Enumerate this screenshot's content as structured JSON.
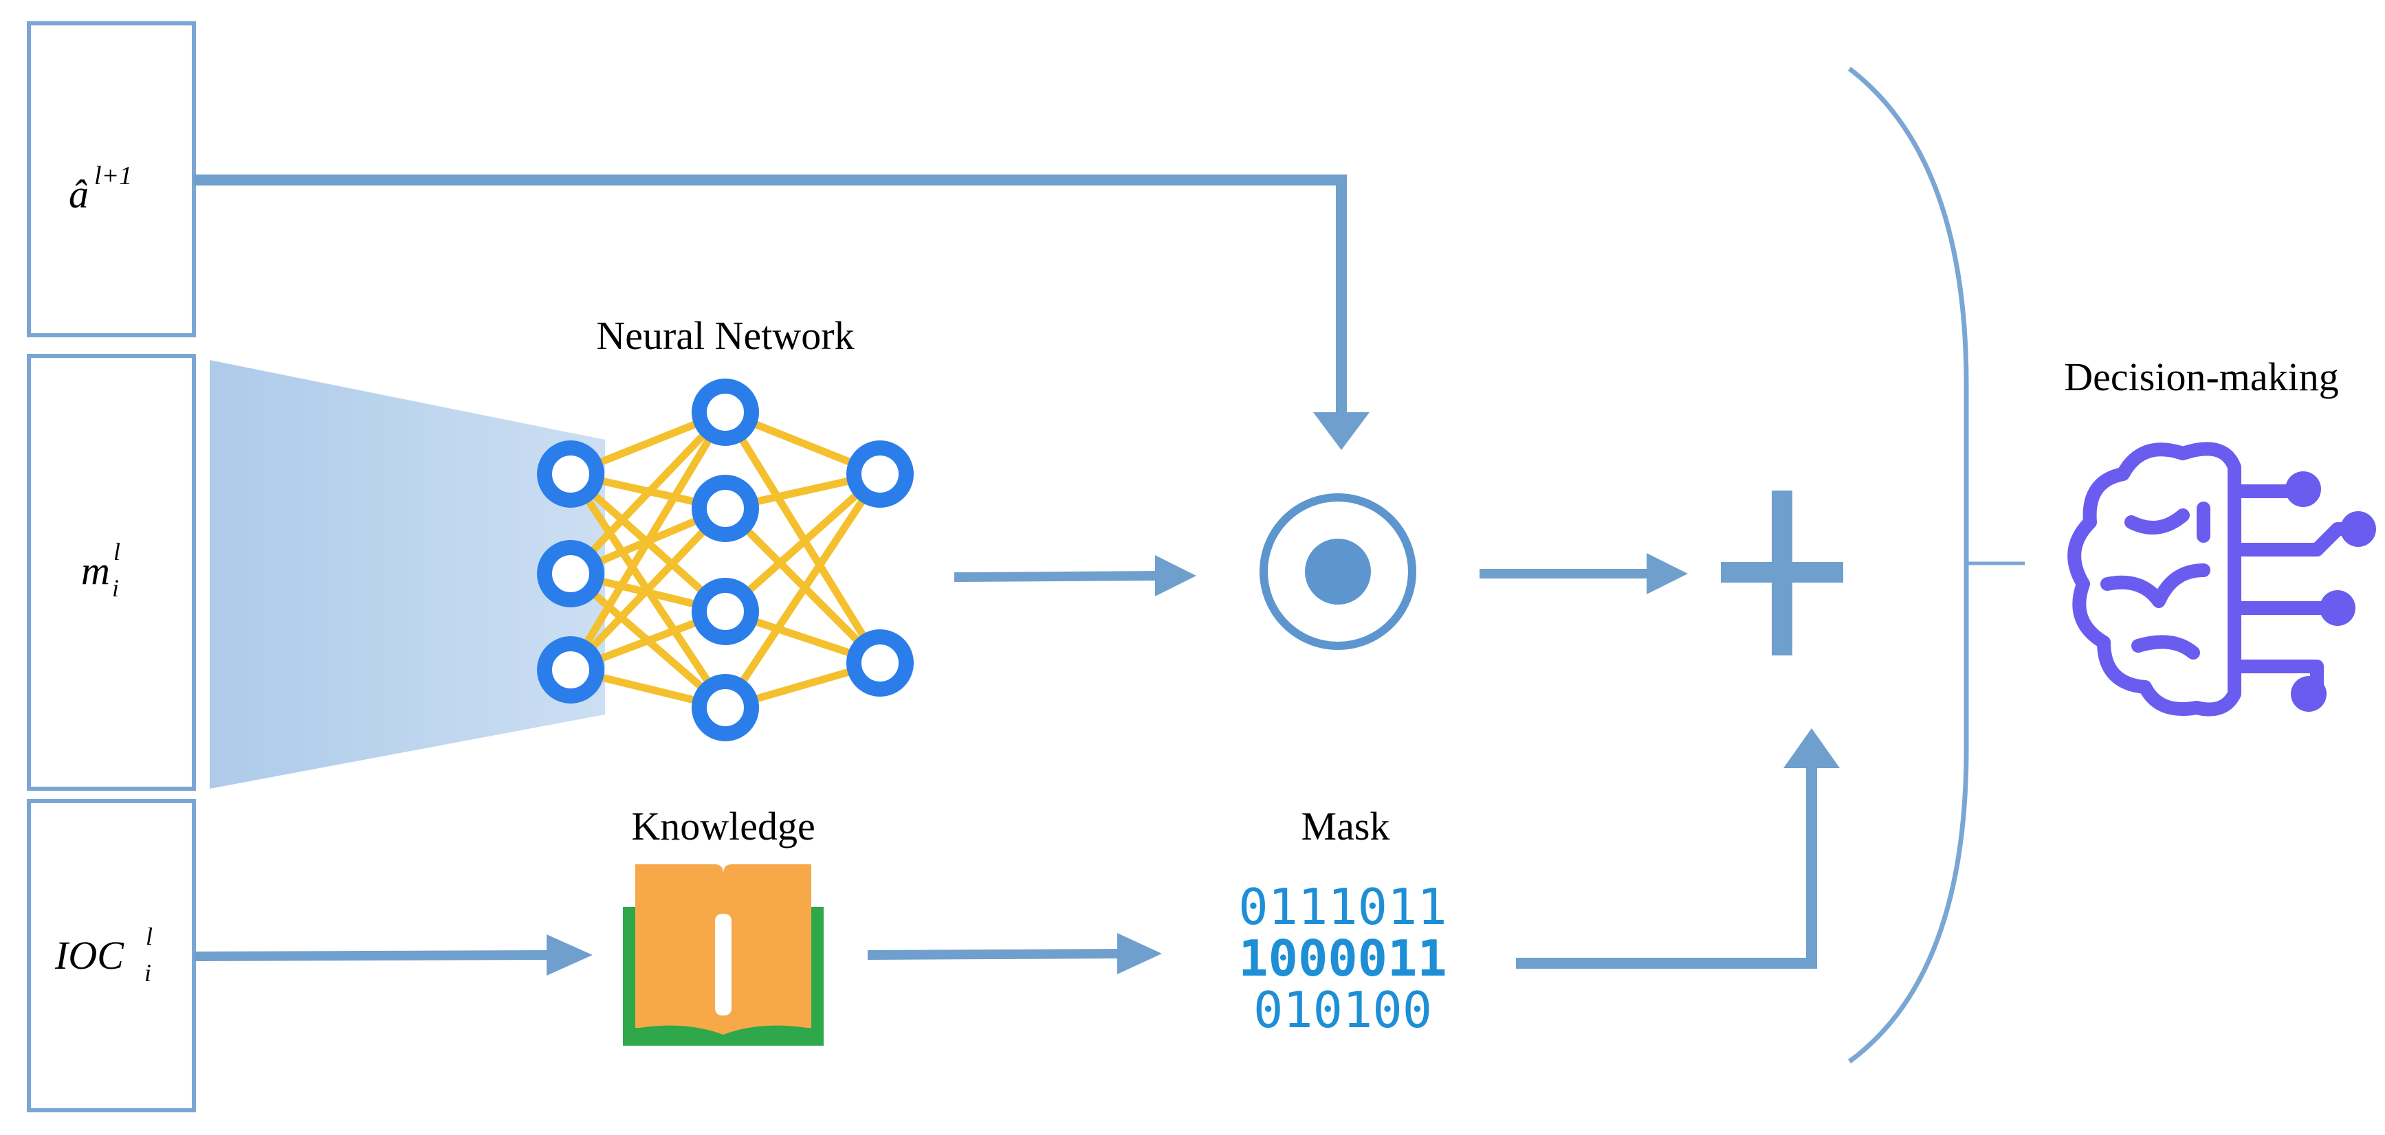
{
  "inputs": {
    "a_hat": {
      "base": "â",
      "sup": "l+1"
    },
    "m": {
      "base": "m",
      "sub": "i",
      "sup": "l"
    },
    "ioc": {
      "base": "IOC",
      "sub": "i",
      "sup": "l"
    }
  },
  "labels": {
    "neural_network": "Neural Network",
    "knowledge": "Knowledge",
    "mask": "Mask",
    "decision_making": "Decision-making"
  },
  "mask_bits": [
    "0111011",
    "1000011",
    "010100"
  ],
  "colors": {
    "arrow": "#6f9fcd",
    "box_border": "#7aa6d4",
    "nn_node": "#2b7de9",
    "nn_edge": "#f5c02e",
    "book_orange": "#f7a94a",
    "book_green": "#2ea84a",
    "bits": "#1e8fd6",
    "brain": "#6b5cf0"
  }
}
